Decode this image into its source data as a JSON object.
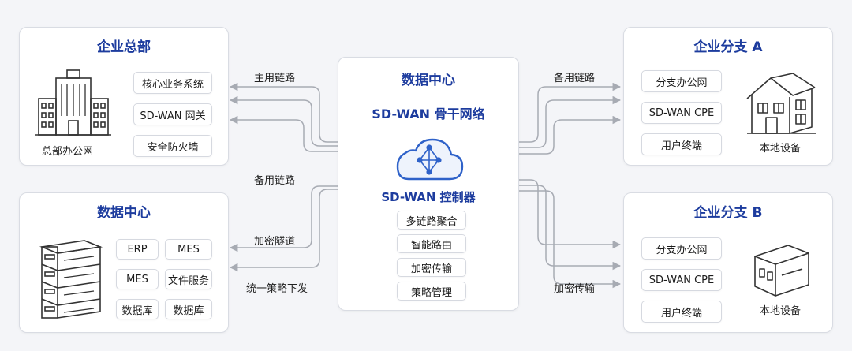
{
  "hq": {
    "title": "企业总部",
    "caption": "总部办公网",
    "chips": [
      "核心业务系统",
      "SD-WAN 网关",
      "安全防火墙"
    ]
  },
  "dc_left": {
    "title": "数据中心",
    "chips": [
      "ERP",
      "MES",
      "MES",
      "文件服务",
      "数据库",
      "数据库"
    ]
  },
  "center": {
    "title": "数据中心",
    "subtitle": "SD-WAN 骨干网络",
    "controller": "SD-WAN 控制器",
    "features": [
      "多链路聚合",
      "智能路由",
      "加密传输",
      "策略管理"
    ]
  },
  "branch_a": {
    "title": "企业分支 A",
    "caption": "本地设备",
    "chips": [
      "分支办公网",
      "SD-WAN CPE",
      "用户终端"
    ]
  },
  "branch_b": {
    "title": "企业分支 B",
    "caption": "本地设备",
    "chips": [
      "分支办公网",
      "SD-WAN CPE",
      "用户终端"
    ]
  },
  "links": {
    "main": "主用链路",
    "backup_left": "备用链路",
    "tunnel": "加密隧道",
    "policy": "统一策略下发",
    "backup_right": "备用链路",
    "encrypted": "加密传输"
  },
  "colors": {
    "accent": "#1d3c9e",
    "icon_blue": "#2f62c9",
    "line": "#a7abb3"
  }
}
